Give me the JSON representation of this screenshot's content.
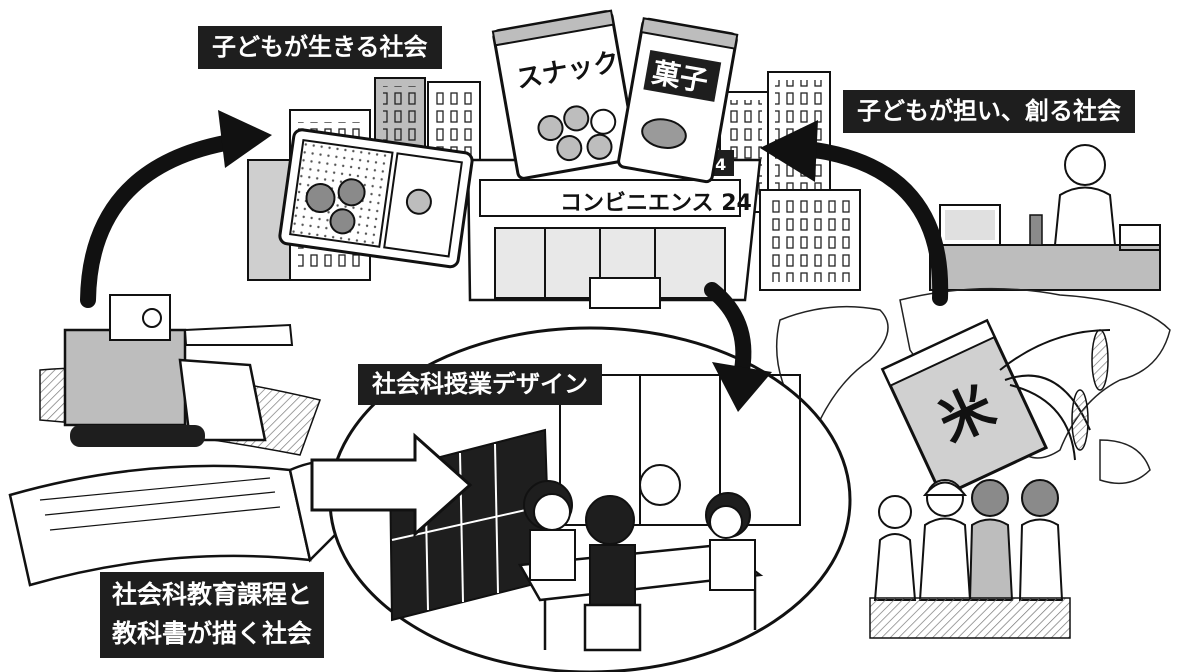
{
  "labels": {
    "top_left": "子どもが生きる社会",
    "top_right": "子どもが担い、創る社会",
    "center": "社会科授業デザイン",
    "bottom_line1": "社会科教育課程と",
    "bottom_line2": "教科書が描く社会"
  },
  "illustration_text": {
    "snack_bag": "スナック",
    "sweets_bag": "菓子",
    "store_sign": "コンビニエンス 24",
    "store_number": "24",
    "rice_bag_symbol": "米"
  },
  "colors": {
    "label_background": "#1e1e1e",
    "label_text": "#ffffff",
    "line_art": "#111111",
    "shade": "#bdbdbd"
  }
}
